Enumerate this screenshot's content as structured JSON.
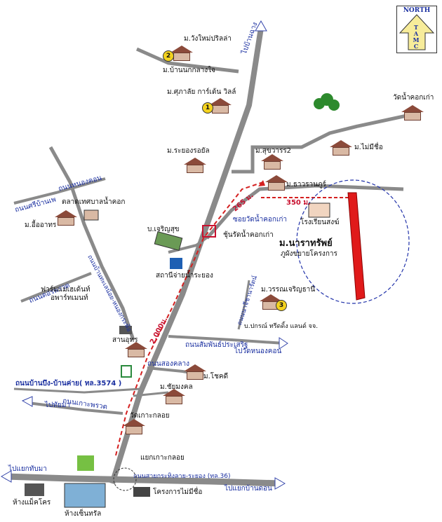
{
  "compass": {
    "title": "NORTH",
    "letters": "T\nA\nM\nC",
    "arrow_color": "#f7ec9a"
  },
  "colors": {
    "road": "#8a8a8a",
    "route": "#d42020",
    "label_blue": "#1a2fa0",
    "project": "#e01a1a"
  },
  "labels": {
    "ban_wang_pri_la": "ม.วังใหม่ปริลล่า",
    "ban_nok_klang_jai": "ม.บ้านนกกลางใจ",
    "pai_ban_chang": "ไปบ้านฉาง",
    "supalai_garden": "ม.ศุภาลัย การ์เด้น วิลล์",
    "rayong_royal": "ม.ระยองรอยัล",
    "wat_nam_khok_kao": "วัดน้ำคอกเก่า",
    "mai_mi_chue": "ม.ไม่มีชื่อ",
    "sukhawan2": "ม.สุขวารร2",
    "thawarat": "ม.ธาวรานภูร์",
    "dist_265": "265 ม.",
    "dist_350": "350 ม.",
    "soi_wat": "ซอยวัดน้ำคอกเก่า",
    "chumchon": "ชุ้นรัดน้ำคอกเก่า",
    "rong_rian": "โรงเรียนสงฆ์",
    "project_name": "ม.นาราทรัพย์",
    "project_sub": "ภูผังขยายโครงการ",
    "ban_charoen_suk": "บ.เจริญสุข",
    "sathani": "สถานีจ่ายน้ำระยอง",
    "ta_lad_nam_khok": "ตลาดเทศบาลน้ำคอก",
    "ue_athorn": "ม.อื้ออาทร",
    "road_sri_ban": "ถนนศรีบ้านเพ",
    "road_nong_khon": "ถนนหนองคอน",
    "road_tor_prawat": "ถนนตอรพรวด",
    "road_pai_ta_kok": "ถนนบ้านทะเลน้อย-หนองกระพ้อ",
    "farm_mae": "ฟาร์มแมเฮเด้นท์",
    "apartment": "อพาร์ทเมนท์",
    "warasin": "ม.วรรณเจริญธานี",
    "cheechai": "ถนนนาจีชานารัตน์",
    "pakorn": "บ.ปกรณ์ ทรีดดิ้ง แลนด์ จจ.",
    "san_uthorn": "สานอุทร",
    "road_samphan": "ถนนสัมพันธ์ประเสริฐ",
    "pai_wat_nong_khon": "ไปวัดหนองคอน",
    "dist_2000": "2,000ม.",
    "road_songkla": "ถนนสองคลาง",
    "chokdi": "ม.โชคดี",
    "road_ban_bueng": "ถนนบ้านบึง-บ้านค่าย( ทล.3574 )",
    "chai_mongkol": "ม.ชัยมงคล",
    "road_koh_proad": "ถนนเกาะพรวด",
    "pai_ta_ma": "ไปทัยมา",
    "wat_koh_kloi": "วัดเกาะกลอย",
    "pai_yaek_ta_ma": "ไปแยกทับมา",
    "yaek_koh_kloi": "แยกเกาะกลอย",
    "road_sukhumvit": "ถนนสายกระทิงลาย-ระยอง (ทล.36)",
    "pai_yaek_ban_khon": "ไปแยกบ้านดอน",
    "hang_makro": "ห้างแม็คโคร",
    "hang_central": "ห้างเซ็นทรัล",
    "khrongkan": "โครงการไม่มีชื่อ"
  },
  "badges": {
    "b1": "1",
    "b2": "2",
    "b3": "3"
  }
}
